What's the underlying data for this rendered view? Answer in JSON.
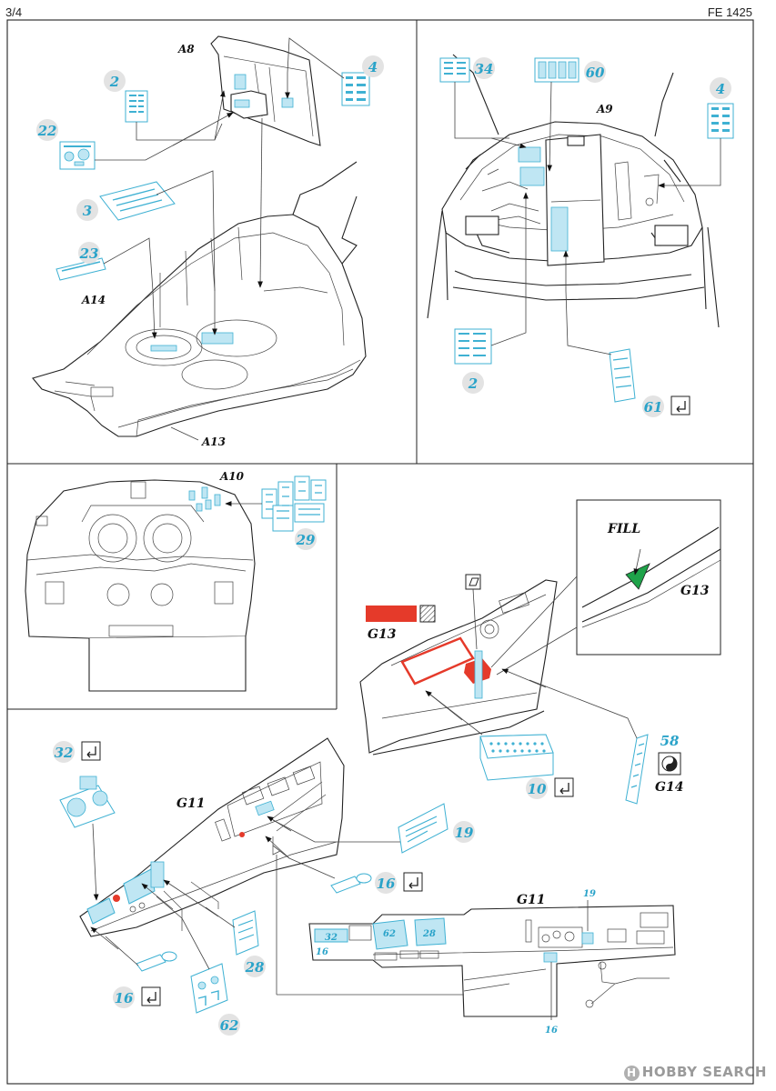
{
  "page": {
    "sheet_number": "3/4",
    "product_code": "FE 1425"
  },
  "watermark": "HOBBY SEARCH",
  "colors": {
    "decal_blue": "#3fb1d3",
    "number_blue": "#2aa3c9",
    "badge_gray": "#e3e3e3",
    "red": "#e53a2a",
    "green": "#1fa34a",
    "line": "#222222"
  },
  "labels": {
    "A8": "A8",
    "A9": "A9",
    "A10": "A10",
    "A13": "A13",
    "A14": "A14",
    "G11": "G11",
    "G11b": "G11",
    "G13": "G13",
    "G13b": "G13",
    "G14": "G14",
    "fill": "FILL"
  },
  "parts": {
    "p2a": "2",
    "p22": "22",
    "p3": "3",
    "p23": "23",
    "p4a": "4",
    "p34": "34",
    "p60": "60",
    "p4b": "4",
    "p2b": "2",
    "p61": "61",
    "p29": "29",
    "p58": "58",
    "p10": "10",
    "p32": "32",
    "p19": "19",
    "p16a": "16",
    "p16b": "16",
    "p28": "28",
    "p62": "62",
    "s32": "32",
    "s62": "62",
    "s28": "28",
    "s19": "19",
    "s16a": "16",
    "s16b": "16"
  },
  "icons": {
    "fold": "fold-icon",
    "hatch": "hatched-swatch-icon",
    "yinyang": "two-sided-icon"
  }
}
